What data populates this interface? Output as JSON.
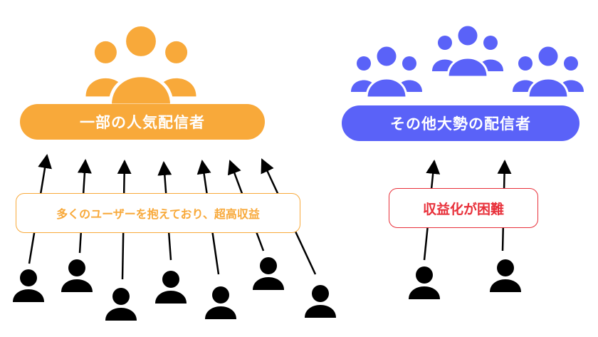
{
  "colors": {
    "orange": "#f8a93a",
    "blue": "#5a62f8",
    "red": "#e8303a",
    "black": "#000000"
  },
  "left": {
    "group_icon": "users-group-icon",
    "label": "一部の人気配信者",
    "note": "多くのユーザーを抱えており、超高収益"
  },
  "right": {
    "group_icon": "users-group-icon",
    "label": "その他大勢の配信者",
    "note": "収益化が困難"
  },
  "person_icon": "person-icon",
  "arrow_icon": "arrow-up-icon"
}
